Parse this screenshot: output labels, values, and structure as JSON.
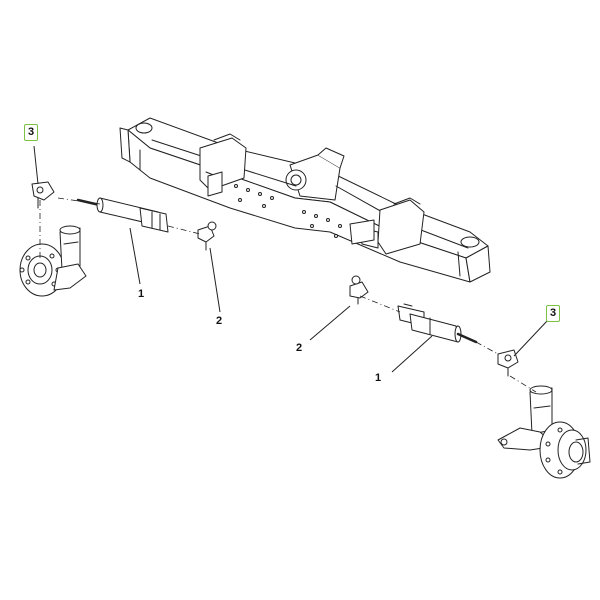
{
  "callouts": {
    "part_1_left": "1",
    "part_2_left": "2",
    "part_3_left": "3",
    "part_2_right": "2",
    "part_1_right": "1",
    "part_3_right": "3"
  },
  "colors": {
    "line": "#222222",
    "highlight_box": "#7cc142",
    "background": "#ffffff"
  }
}
